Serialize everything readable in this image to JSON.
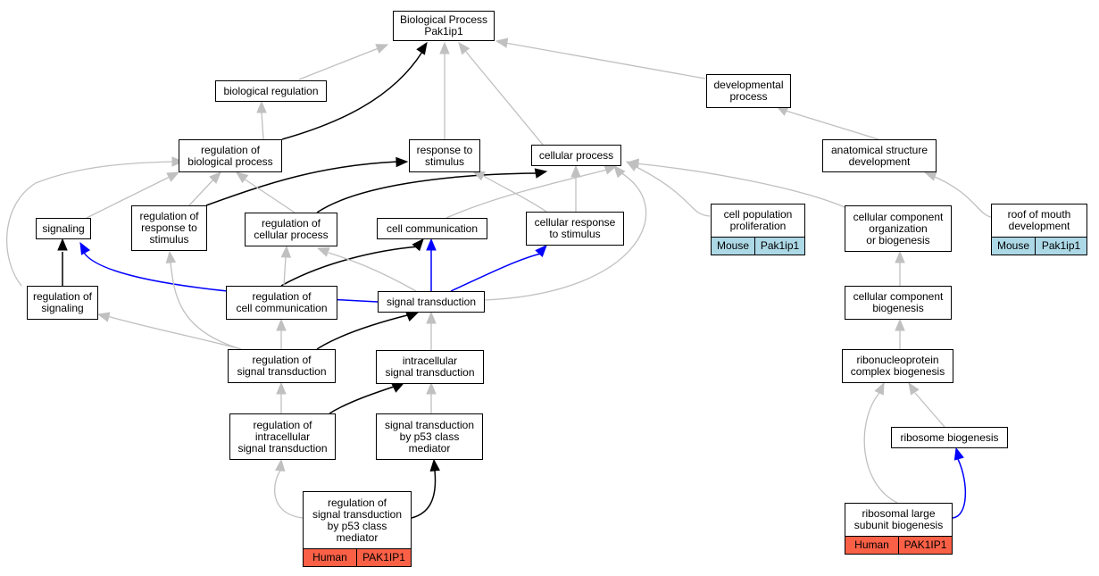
{
  "nodes": {
    "bp": {
      "lines": [
        "Biological Process",
        "Pak1ip1"
      ]
    },
    "bioreg": {
      "lines": [
        "biological regulation"
      ]
    },
    "devproc": {
      "lines": [
        "developmental",
        "process"
      ]
    },
    "regbio": {
      "lines": [
        "regulation of",
        "biological process"
      ]
    },
    "respstim": {
      "lines": [
        "response to",
        "stimulus"
      ]
    },
    "cellproc": {
      "lines": [
        "cellular process"
      ]
    },
    "anatdev": {
      "lines": [
        "anatomical structure",
        "development"
      ]
    },
    "signaling": {
      "lines": [
        "signaling"
      ]
    },
    "regresp": {
      "lines": [
        "regulation of",
        "response to",
        "stimulus"
      ]
    },
    "regcell": {
      "lines": [
        "regulation of",
        "cellular process"
      ]
    },
    "cellcomm": {
      "lines": [
        "cell communication"
      ]
    },
    "cellresp": {
      "lines": [
        "cellular response",
        "to stimulus"
      ]
    },
    "cellpop": {
      "lines": [
        "cell population",
        "proliferation"
      ],
      "tags": [
        "Mouse",
        "Pak1ip1"
      ]
    },
    "ccorg": {
      "lines": [
        "cellular component",
        "organization",
        "or biogenesis"
      ]
    },
    "roof": {
      "lines": [
        "roof of mouth",
        "development"
      ],
      "tags": [
        "Mouse",
        "Pak1ip1"
      ]
    },
    "regsig": {
      "lines": [
        "regulation of",
        "signaling"
      ]
    },
    "regcc": {
      "lines": [
        "regulation of",
        "cell communication"
      ]
    },
    "sigtrans": {
      "lines": [
        "signal transduction"
      ]
    },
    "ccbio": {
      "lines": [
        "cellular component",
        "biogenesis"
      ]
    },
    "regst": {
      "lines": [
        "regulation of",
        "signal transduction"
      ]
    },
    "intra": {
      "lines": [
        "intracellular",
        "signal transduction"
      ]
    },
    "ribonuc": {
      "lines": [
        "ribonucleoprotein",
        "complex biogenesis"
      ]
    },
    "regintra": {
      "lines": [
        "regulation of",
        "intracellular",
        "signal transduction"
      ]
    },
    "p53": {
      "lines": [
        "signal transduction",
        "by p53 class",
        "mediator"
      ]
    },
    "ribobio": {
      "lines": [
        "ribosome biogenesis"
      ]
    },
    "regp53": {
      "lines": [
        "regulation of",
        "signal transduction",
        "by p53 class",
        "mediator"
      ],
      "tags": [
        "Human",
        "PAK1IP1"
      ]
    },
    "riblarge": {
      "lines": [
        "ribosomal large",
        "subunit biogenesis"
      ],
      "tags": [
        "Human",
        "PAK1IP1"
      ]
    }
  },
  "colors": {
    "is_a": "#c0c0c0",
    "regulates": "#000000",
    "part_of": "#0000ff",
    "mouse": "#add8e6",
    "human": "#fa6046"
  }
}
